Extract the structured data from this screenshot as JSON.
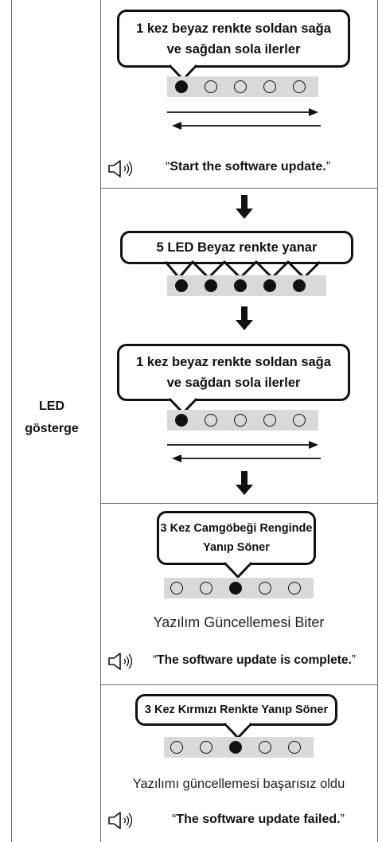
{
  "row_label": {
    "line1": "LED",
    "line2": "gösterge"
  },
  "sections": {
    "start": {
      "bubble_line1": "1 kez beyaz renkte soldan sağa",
      "bubble_line2": "ve sağdan sola ilerler",
      "led_states": [
        "on",
        "off",
        "off",
        "off",
        "off"
      ],
      "voice_open": "“",
      "voice": "Start the software update.",
      "voice_close": "”"
    },
    "progress": {
      "bubble_all": "5 LED Beyaz renkte yanar",
      "led_states_all": [
        "on",
        "on",
        "on",
        "on",
        "on"
      ],
      "bubble_move_line1": "1 kez beyaz renkte soldan sağa",
      "bubble_move_line2": "ve sağdan sola ilerler",
      "led_states_move": [
        "on",
        "off",
        "off",
        "off",
        "off"
      ]
    },
    "complete": {
      "bubble_line1": "3 Kez Camgöbeği Renginde",
      "bubble_line2": "Yanıp Söner",
      "led_states": [
        "off",
        "off",
        "on",
        "off",
        "off"
      ],
      "status": "Yazılım Güncellemesi Biter",
      "voice_open": "“",
      "voice": "The software update is complete.",
      "voice_close": "”"
    },
    "failed": {
      "bubble": "3 Kez Kırmızı Renkte Yanıp Söner",
      "led_states": [
        "off",
        "off",
        "on",
        "off",
        "off"
      ],
      "status": "Yazılımı güncellemesi başarısız oldu",
      "voice_open": "“",
      "voice": "The software update failed.",
      "voice_close": "”"
    }
  },
  "colors": {
    "ink": "#111111",
    "led_bar": "#d9d9d9",
    "rule": "#6e6e6e"
  },
  "icons": [
    "speaker-icon",
    "down-arrow-icon",
    "right-arrow-icon",
    "left-arrow-icon"
  ]
}
